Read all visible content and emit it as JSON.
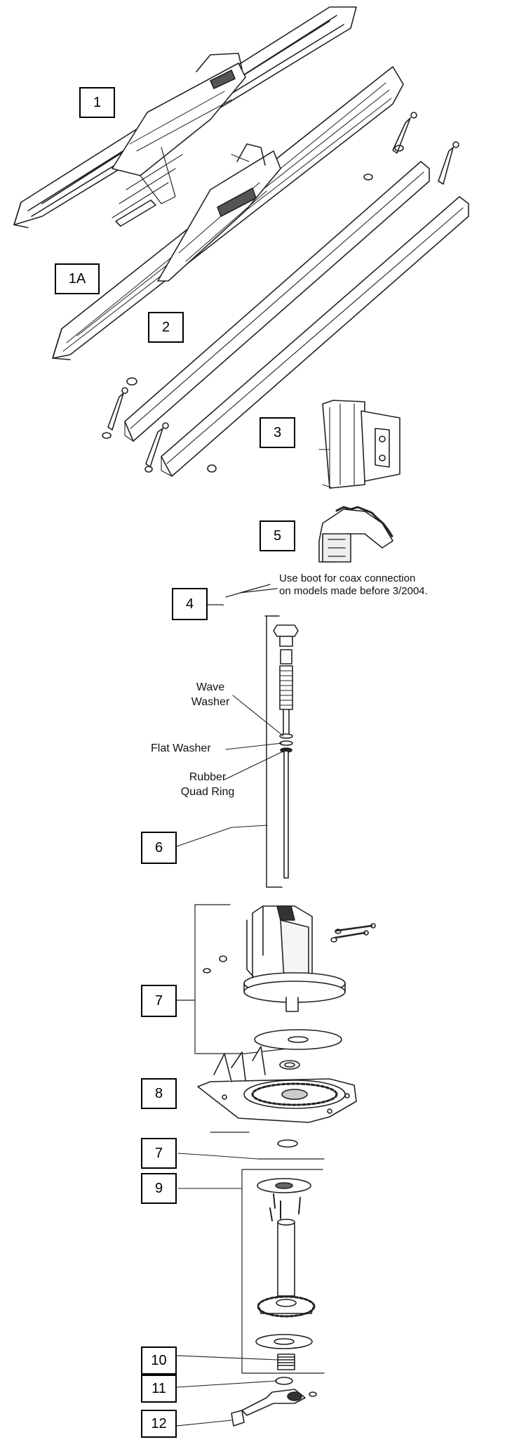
{
  "labels": {
    "l1": "1",
    "l1a": "1A",
    "l2": "2",
    "l3": "3",
    "l5": "5",
    "l4": "4",
    "l6": "6",
    "l7a": "7",
    "l8": "8",
    "l7b": "7",
    "l9": "9",
    "l10": "10",
    "l11": "11",
    "l12": "12"
  },
  "notes": {
    "boot_line1": "Use boot for coax connection",
    "boot_line2": "on models made before 3/2004."
  },
  "callouts": {
    "wave_washer": "Wave\nWasher",
    "flat_washer": "Flat Washer",
    "quad_ring": "Rubber\nQuad Ring"
  }
}
